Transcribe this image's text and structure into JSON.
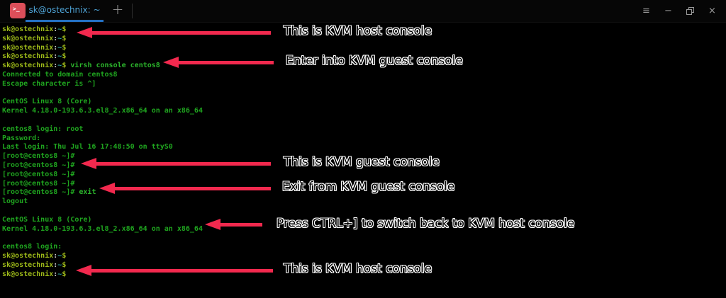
{
  "window": {
    "tab_title": "sk@ostechnix: ~",
    "new_tab_label": "+",
    "terminal_icon_glyph": ">_",
    "controls": {
      "menu_glyph": "≡",
      "minimize_glyph": "−",
      "close_glyph": "×"
    }
  },
  "palette": {
    "background": "#000000",
    "arrow": "#f2294e",
    "annotation_text": "#000000",
    "annotation_outline": "#ffffff",
    "prompt_user": "#9db919",
    "prompt_tilde": "#2fa79e",
    "prompt_colon": "#c9c9c9",
    "command_green": "#2cb72c",
    "output_green": "#1fa51f",
    "tab_text": "#4fa5d8",
    "tab_underline": "#2471c4",
    "icon_red": "#dd4f5a"
  },
  "terminal": {
    "lines": [
      [
        {
          "t": "sk@ostechnix",
          "c": "u"
        },
        {
          "t": ":",
          "c": "w"
        },
        {
          "t": "~",
          "c": "t"
        },
        {
          "t": "$",
          "c": "u"
        }
      ],
      [
        {
          "t": "sk@ostechnix",
          "c": "u"
        },
        {
          "t": ":",
          "c": "w"
        },
        {
          "t": "~",
          "c": "t"
        },
        {
          "t": "$",
          "c": "u"
        }
      ],
      [
        {
          "t": "sk@ostechnix",
          "c": "u"
        },
        {
          "t": ":",
          "c": "w"
        },
        {
          "t": "~",
          "c": "t"
        },
        {
          "t": "$",
          "c": "u"
        }
      ],
      [
        {
          "t": "sk@ostechnix",
          "c": "u"
        },
        {
          "t": ":",
          "c": "w"
        },
        {
          "t": "~",
          "c": "t"
        },
        {
          "t": "$",
          "c": "u"
        }
      ],
      [
        {
          "t": "sk@ostechnix",
          "c": "u"
        },
        {
          "t": ":",
          "c": "w"
        },
        {
          "t": "~",
          "c": "t"
        },
        {
          "t": "$",
          "c": "u"
        },
        {
          "t": " virsh console centos8",
          "c": "g"
        }
      ],
      [
        {
          "t": "Connected to domain centos8",
          "c": "o"
        }
      ],
      [
        {
          "t": "Escape character is ^]",
          "c": "o"
        }
      ],
      [],
      [
        {
          "t": "CentOS Linux 8 (Core)",
          "c": "o"
        }
      ],
      [
        {
          "t": "Kernel 4.18.0-193.6.3.el8_2.x86_64 on an x86_64",
          "c": "o"
        }
      ],
      [],
      [
        {
          "t": "centos8 login: root",
          "c": "o"
        }
      ],
      [
        {
          "t": "Password:",
          "c": "o"
        }
      ],
      [
        {
          "t": "Last login: Thu Jul 16 17:48:50 on ttyS0",
          "c": "o"
        }
      ],
      [
        {
          "t": "[root@centos8 ~]#",
          "c": "o"
        }
      ],
      [
        {
          "t": "[root@centos8 ~]#",
          "c": "o"
        }
      ],
      [
        {
          "t": "[root@centos8 ~]#",
          "c": "o"
        }
      ],
      [
        {
          "t": "[root@centos8 ~]#",
          "c": "o"
        }
      ],
      [
        {
          "t": "[root@centos8 ~]#",
          "c": "o"
        },
        {
          "t": " exit",
          "c": "g"
        }
      ],
      [
        {
          "t": "logout",
          "c": "o"
        }
      ],
      [],
      [
        {
          "t": "CentOS Linux 8 (Core)",
          "c": "o"
        }
      ],
      [
        {
          "t": "Kernel 4.18.0-193.6.3.el8_2.x86_64 on an x86_64",
          "c": "o"
        }
      ],
      [],
      [
        {
          "t": "centos8 login:",
          "c": "o"
        }
      ],
      [
        {
          "t": "sk@ostechnix",
          "c": "u"
        },
        {
          "t": ":",
          "c": "w"
        },
        {
          "t": "~",
          "c": "t"
        },
        {
          "t": "$",
          "c": "u"
        }
      ],
      [
        {
          "t": "sk@ostechnix",
          "c": "u"
        },
        {
          "t": ":",
          "c": "w"
        },
        {
          "t": "~",
          "c": "t"
        },
        {
          "t": "$",
          "c": "u"
        }
      ],
      [
        {
          "t": "sk@ostechnix",
          "c": "u"
        },
        {
          "t": ":",
          "c": "w"
        },
        {
          "t": "~",
          "c": "t"
        },
        {
          "t": "$",
          "c": "u"
        }
      ]
    ]
  },
  "annotations": [
    {
      "text": "This is KVM host console"
    },
    {
      "text": "Enter into KVM guest console"
    },
    {
      "text": "This is KVM guest console"
    },
    {
      "text": "Exit from KVM guest console"
    },
    {
      "text": "Press CTRL+] to switch back to KVM host console"
    },
    {
      "text": "This is KVM host console"
    }
  ]
}
